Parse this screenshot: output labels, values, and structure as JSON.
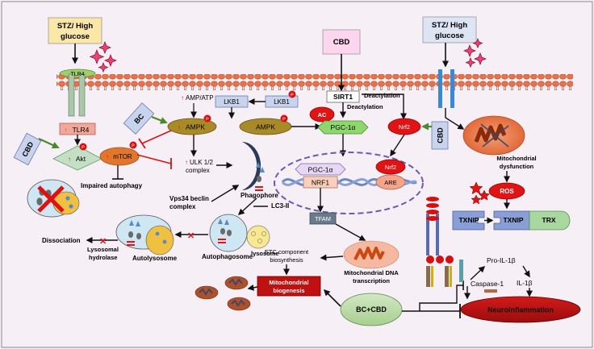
{
  "stz_left": [
    "STZ/ High",
    "glucose"
  ],
  "stz_right": [
    "STZ/ High",
    "glucose"
  ],
  "cbd_top": "CBD",
  "cbd_left": "CBD",
  "cbd_right": "CBD",
  "bc": "BC",
  "tlr4_membrane": "TLR4",
  "tlr4": "TLR4",
  "akt": "Akt",
  "mtor": "mTOR",
  "impaired_autophagy": "Impaired autophagy",
  "amp_atp": "AMP/ATP",
  "ampk_left": "AMPK",
  "lkb1_a": "LKB1",
  "lkb1_b": "LKB1",
  "ampk_mid": "AMPK",
  "ulk": [
    "ULK 1/2",
    "complex"
  ],
  "vps34": [
    "Vps34 beclin",
    "complex"
  ],
  "phagophore": "Phagophore",
  "lc3": "LC3-II",
  "autophagosome": "Autophagosome",
  "lysosome": "lysosome",
  "autolysosome": "Autolysosome",
  "lysosomal_hydrolase": [
    "Lysosomal",
    "hydrolase"
  ],
  "dissociation": "Dissociation",
  "sirt1": "SIRT1",
  "deacetylation_1": "Deactylation",
  "deacetylation_2": "Deactylation",
  "ac": "AC",
  "pgc1a": "PGC-1α",
  "nrf2": "Nrf2",
  "pgc1a_nucleus": "PGC-1α",
  "nrf1": "NRF1",
  "nrf2_nucleus": "Nrf2",
  "are": "ARE",
  "tfam": "TFAM",
  "etc": [
    "ETC component",
    "biosynthesis"
  ],
  "mito_dna": [
    "Mitochondrial DNA",
    "transcription"
  ],
  "mito_biogenesis": [
    "Mitochondrial",
    "biogenesis"
  ],
  "bc_cbd": "BC+CBD",
  "mito_dysfunction": [
    "Mitochondrial",
    "dysfunction"
  ],
  "ros": "ROS",
  "txnip_a": "TXNIP",
  "txnip_b": "TXNIP",
  "trx": "TRX",
  "pro_il1b": "Pro-IL-1β",
  "caspase1": "Caspase-1",
  "il1b": "IL-1β",
  "neuroinflammation": "Neuroinflammation",
  "p_label": "P"
}
